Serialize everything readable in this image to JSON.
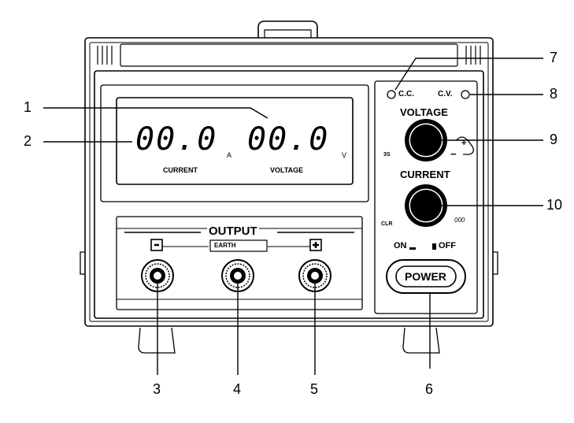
{
  "display": {
    "current_value": "00.0",
    "current_unit": "A",
    "current_label": "CURRENT",
    "voltage_value": "00.0",
    "voltage_unit": "V",
    "voltage_label": "VOLTAGE"
  },
  "indicators": {
    "cc_label": "C.C.",
    "cv_label": "C.V."
  },
  "knobs": {
    "voltage_label": "VOLTAGE",
    "voltage_sublabel": "3S",
    "voltage_minus": "−",
    "voltage_plus": "+",
    "current_label": "CURRENT",
    "current_sublabel": "CLR",
    "current_readout": "000"
  },
  "output": {
    "title": "OUTPUT",
    "earth_label": "EARTH",
    "minus_symbol": "−",
    "plus_symbol": "+"
  },
  "power": {
    "on_label": "ON",
    "off_label": "OFF",
    "button_label": "POWER"
  },
  "callouts": [
    "1",
    "2",
    "3",
    "4",
    "5",
    "6",
    "7",
    "8",
    "9",
    "10"
  ]
}
